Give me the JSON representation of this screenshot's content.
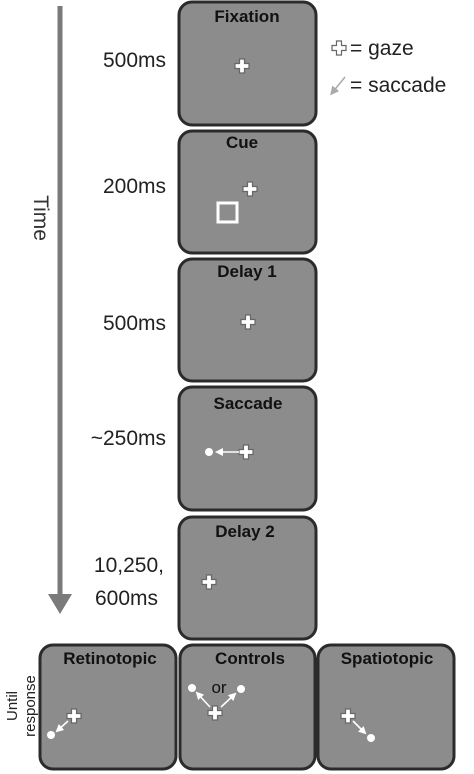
{
  "colors": {
    "panel_fill": "#8c8c8c",
    "panel_border": "#2b2b2b",
    "time_arrow": "#7a7a7a",
    "marker": "#ffffff"
  },
  "time_axis": {
    "label": "Time"
  },
  "legend": {
    "gaze": {
      "icon": "cross-icon",
      "label": "= gaze"
    },
    "saccade": {
      "icon": "arrow-icon",
      "label": "= saccade"
    }
  },
  "stages": [
    {
      "title": "Fixation",
      "duration": "500ms"
    },
    {
      "title": "Cue",
      "duration": "200ms"
    },
    {
      "title": "Delay 1",
      "duration": "500ms"
    },
    {
      "title": "Saccade",
      "duration": "~250ms"
    },
    {
      "title": "Delay 2",
      "duration_line1": "10,250,",
      "duration_line2": "600ms"
    }
  ],
  "response": {
    "label_line1": "Until",
    "label_line2": "response",
    "panels": [
      {
        "title": "Retinotopic"
      },
      {
        "title": "Controls",
        "or_label": "or"
      },
      {
        "title": "Spatiotopic"
      }
    ]
  }
}
